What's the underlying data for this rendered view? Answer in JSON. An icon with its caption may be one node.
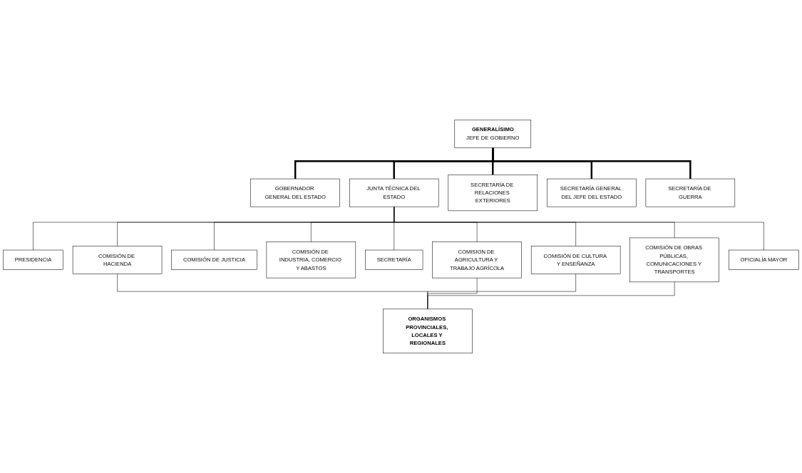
{
  "diagram": {
    "nodes": [
      {
        "text": [
          "GENERALÍSIMO",
          "JEFE DE GOBIERNO"
        ]
      },
      {
        "text": [
          "GOBERNADOR GENERAL DEL ESTADO"
        ]
      },
      {
        "text": [
          "JUNTA TÉCNICA DEL ESTADO"
        ]
      },
      {
        "text": [
          "SECRETARÍA DE RELACIONES EXTERIORES"
        ]
      },
      {
        "text": [
          "SECRETARÍA GENERAL DEL JEFE DEL ESTADO"
        ]
      },
      {
        "text": [
          "SECRETARÍA DE GUERRA"
        ]
      },
      {
        "text": [
          "PRESIDENCIA"
        ]
      },
      {
        "text": [
          "COMISIÓN DE HACIENDA"
        ]
      },
      {
        "text": [
          "COMISIÓN DE JUSTICIA"
        ]
      },
      {
        "text": [
          "COMISIÓN DE INDUSTRIA, COMERCIO Y ABASTOS"
        ]
      },
      {
        "text": [
          "SECRETARÍA"
        ]
      },
      {
        "text": [
          "COMISION DE AGRICULTURA Y TRABAJO AGRÍCOLA"
        ]
      },
      {
        "text": [
          "COMISIÓN DE CULTURA Y ENSEÑANZA"
        ]
      },
      {
        "text": [
          "COMISIÓN DE OBRAS PÚBLICAS, COMUNICACIONES Y TRANSPORTES"
        ]
      },
      {
        "text": [
          "OFICIALÍA MAYOR"
        ]
      },
      {
        "text": [
          "ORGANISMOS PROVINCIALES, LOCALES Y REGIONALES"
        ]
      }
    ],
    "edges": [
      {
        "from": 0,
        "to": 1,
        "arrow": "none",
        "style": "thick"
      },
      {
        "from": 0,
        "to": 2,
        "arrow": "none",
        "style": "thick"
      },
      {
        "from": 0,
        "to": 3,
        "arrow": "none",
        "style": "thick"
      },
      {
        "from": 0,
        "to": 4,
        "arrow": "none",
        "style": "thick"
      },
      {
        "from": 0,
        "to": 5,
        "arrow": "none",
        "style": "thick"
      },
      {
        "from": 2,
        "to": 6,
        "arrow": "none"
      },
      {
        "from": 2,
        "to": 10,
        "arrow": "none"
      },
      {
        "from": 2,
        "to": 14,
        "arrow": "none"
      },
      {
        "from": 2,
        "to": 7,
        "arrow": "none"
      },
      {
        "from": 2,
        "to": 11,
        "arrow": "none"
      },
      {
        "from": 2,
        "to": 8,
        "arrow": "none"
      },
      {
        "from": 2,
        "to": 12,
        "arrow": "none"
      },
      {
        "from": 2,
        "to": 9,
        "arrow": "none"
      },
      {
        "from": 2,
        "to": 13,
        "arrow": "none"
      },
      {
        "from": 7,
        "to": 15,
        "arrow": "none"
      },
      {
        "from": 11,
        "to": 15,
        "arrow": "none"
      },
      {
        "from": 12,
        "to": 15,
        "arrow": "none"
      },
      {
        "from": 13,
        "to": 15,
        "arrow": "none"
      }
    ]
  }
}
